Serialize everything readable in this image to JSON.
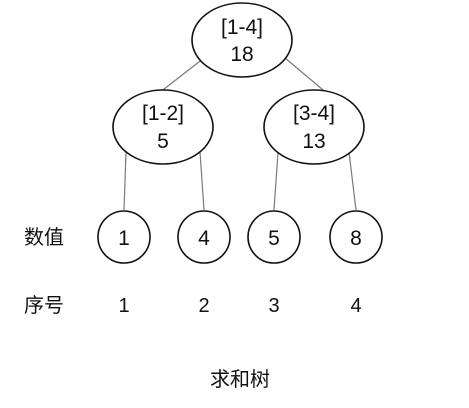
{
  "tree": {
    "root": {
      "range": "[1-4]",
      "sum": "18"
    },
    "left": {
      "range": "[1-2]",
      "sum": "5"
    },
    "right": {
      "range": "[3-4]",
      "sum": "13"
    },
    "leaves": [
      {
        "value": "1"
      },
      {
        "value": "4"
      },
      {
        "value": "5"
      },
      {
        "value": "8"
      }
    ]
  },
  "rows": {
    "value_label": "数值",
    "index_label": "序号",
    "indices": [
      "1",
      "2",
      "3",
      "4"
    ]
  },
  "caption": "求和树"
}
